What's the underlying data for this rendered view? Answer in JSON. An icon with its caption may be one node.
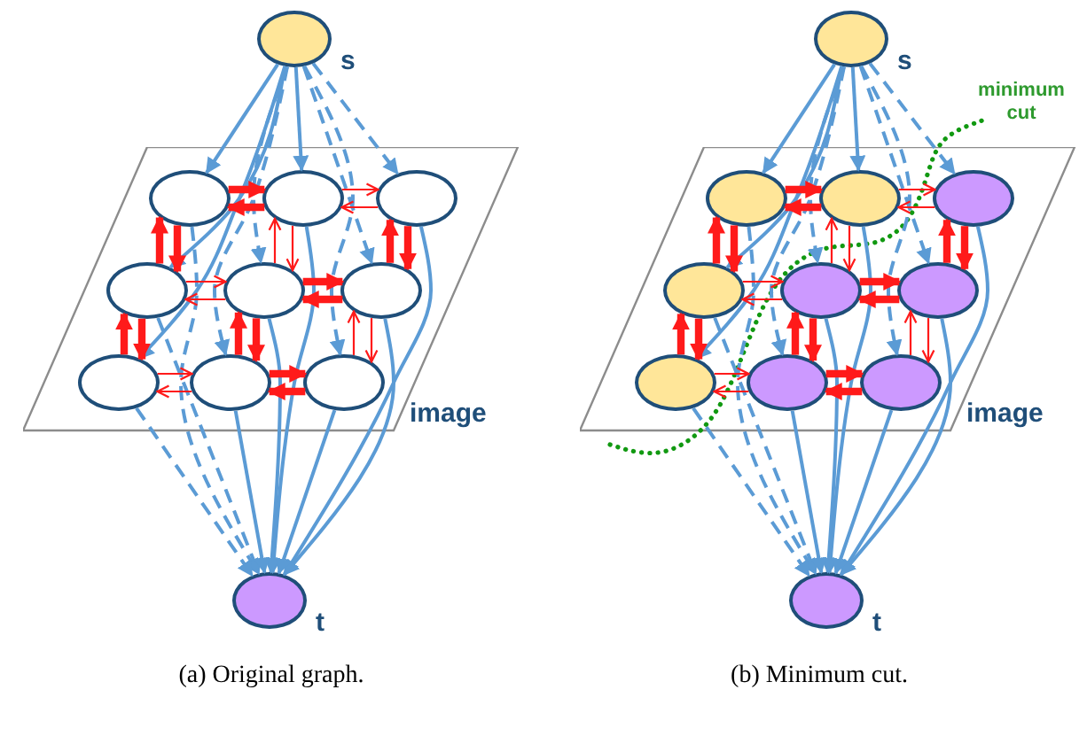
{
  "diagram": {
    "nodes": [
      {
        "text": [
          "s"
        ]
      },
      {
        "text": [
          "image"
        ]
      },
      {
        "text": [],
        "shape": "circle",
        "in": 1
      },
      {
        "text": [],
        "shape": "circle",
        "in": 1
      },
      {
        "text": [],
        "shape": "circle",
        "in": 1
      },
      {
        "text": [],
        "shape": "circle",
        "in": 1
      },
      {
        "text": [],
        "shape": "circle",
        "in": 1
      },
      {
        "text": [],
        "shape": "circle",
        "in": 1
      },
      {
        "text": [],
        "shape": "circle",
        "in": 1
      },
      {
        "text": [],
        "shape": "circle",
        "in": 1
      },
      {
        "text": [],
        "shape": "circle",
        "in": 1
      },
      {
        "text": [
          "t"
        ]
      },
      {
        "text": [
          "s"
        ]
      },
      {
        "text": [
          "image"
        ]
      },
      {
        "text": [],
        "shape": "circle",
        "in": 13
      },
      {
        "text": [],
        "shape": "circle",
        "in": 13
      },
      {
        "text": [],
        "shape": "circle",
        "in": 13
      },
      {
        "text": [],
        "shape": "circle",
        "in": 13
      },
      {
        "text": [],
        "shape": "circle",
        "in": 13
      },
      {
        "text": [],
        "shape": "circle",
        "in": 13
      },
      {
        "text": [],
        "shape": "circle",
        "in": 13
      },
      {
        "text": [],
        "shape": "circle",
        "in": 13
      },
      {
        "text": [],
        "shape": "circle",
        "in": 13
      },
      {
        "text": [
          "t"
        ]
      }
    ],
    "edges": [
      {
        "from": 0,
        "to": 2,
        "arrow": "to",
        "color": "#5b9bd5"
      },
      {
        "from": 0,
        "to": 3,
        "arrow": "to",
        "color": "#5b9bd5"
      },
      {
        "from": 0,
        "to": 5,
        "arrow": "to",
        "color": "#5b9bd5"
      },
      {
        "from": 0,
        "to": 8,
        "arrow": "to",
        "color": "#5b9bd5"
      },
      {
        "from": 0,
        "to": 4,
        "arrow": "to",
        "style": "dashed",
        "color": "#5b9bd5"
      },
      {
        "from": 0,
        "to": 6,
        "arrow": "to",
        "style": "dashed",
        "color": "#5b9bd5"
      },
      {
        "from": 0,
        "to": 7,
        "arrow": "to",
        "style": "dashed",
        "color": "#5b9bd5"
      },
      {
        "from": 0,
        "to": 9,
        "arrow": "to",
        "style": "dashed",
        "color": "#5b9bd5"
      },
      {
        "from": 0,
        "to": 10,
        "arrow": "to",
        "style": "dashed",
        "color": "#5b9bd5"
      },
      {
        "from": 2,
        "to": 11,
        "arrow": "to",
        "style": "dashed",
        "color": "#5b9bd5"
      },
      {
        "from": 5,
        "to": 11,
        "arrow": "to",
        "style": "dashed",
        "color": "#5b9bd5"
      },
      {
        "from": 8,
        "to": 11,
        "arrow": "to",
        "style": "dashed",
        "color": "#5b9bd5"
      },
      {
        "from": 3,
        "to": 11,
        "arrow": "to",
        "color": "#5b9bd5"
      },
      {
        "from": 6,
        "to": 11,
        "arrow": "to",
        "color": "#5b9bd5"
      },
      {
        "from": 9,
        "to": 11,
        "arrow": "to",
        "color": "#5b9bd5"
      },
      {
        "from": 4,
        "to": 11,
        "arrow": "to",
        "color": "#5b9bd5"
      },
      {
        "from": 7,
        "to": 11,
        "arrow": "to",
        "color": "#5b9bd5"
      },
      {
        "from": 10,
        "to": 11,
        "arrow": "to",
        "color": "#5b9bd5"
      },
      {
        "from": 2,
        "to": 3,
        "arrow": "to",
        "style": "thick"
      },
      {
        "from": 3,
        "to": 2,
        "arrow": "to",
        "style": "thick"
      },
      {
        "from": 3,
        "to": 4,
        "arrow": "to"
      },
      {
        "from": 4,
        "to": 3,
        "arrow": "to"
      },
      {
        "from": 5,
        "to": 6,
        "arrow": "to"
      },
      {
        "from": 6,
        "to": 5,
        "arrow": "to"
      },
      {
        "from": 6,
        "to": 7,
        "arrow": "to",
        "style": "thick"
      },
      {
        "from": 7,
        "to": 6,
        "arrow": "to",
        "style": "thick"
      },
      {
        "from": 8,
        "to": 9,
        "arrow": "to"
      },
      {
        "from": 9,
        "to": 8,
        "arrow": "to"
      },
      {
        "from": 9,
        "to": 10,
        "arrow": "to",
        "style": "thick"
      },
      {
        "from": 10,
        "to": 9,
        "arrow": "to",
        "style": "thick"
      },
      {
        "from": 2,
        "to": 5,
        "arrow": "to",
        "style": "thick"
      },
      {
        "from": 5,
        "to": 2,
        "arrow": "to",
        "style": "thick"
      },
      {
        "from": 5,
        "to": 8,
        "arrow": "to",
        "style": "thick"
      },
      {
        "from": 8,
        "to": 5,
        "arrow": "to",
        "style": "thick"
      },
      {
        "from": 3,
        "to": 6,
        "arrow": "to"
      },
      {
        "from": 6,
        "to": 3,
        "arrow": "to"
      },
      {
        "from": 6,
        "to": 9,
        "arrow": "to",
        "style": "thick"
      },
      {
        "from": 9,
        "to": 6,
        "arrow": "to",
        "style": "thick"
      },
      {
        "from": 4,
        "to": 7,
        "arrow": "to",
        "style": "thick"
      },
      {
        "from": 7,
        "to": 4,
        "arrow": "to",
        "style": "thick"
      },
      {
        "from": 7,
        "to": 10,
        "arrow": "to"
      },
      {
        "from": 10,
        "to": 7,
        "arrow": "to"
      },
      {
        "from": 12,
        "to": 14,
        "arrow": "to",
        "color": "#5b9bd5"
      },
      {
        "from": 12,
        "to": 15,
        "arrow": "to",
        "color": "#5b9bd5"
      },
      {
        "from": 12,
        "to": 17,
        "arrow": "to",
        "color": "#5b9bd5"
      },
      {
        "from": 12,
        "to": 20,
        "arrow": "to",
        "color": "#5b9bd5"
      },
      {
        "from": 12,
        "to": 16,
        "arrow": "to",
        "style": "dashed",
        "color": "#5b9bd5"
      },
      {
        "from": 12,
        "to": 18,
        "arrow": "to",
        "style": "dashed",
        "color": "#5b9bd5"
      },
      {
        "from": 12,
        "to": 19,
        "arrow": "to",
        "style": "dashed",
        "color": "#5b9bd5"
      },
      {
        "from": 12,
        "to": 21,
        "arrow": "to",
        "style": "dashed",
        "color": "#5b9bd5"
      },
      {
        "from": 12,
        "to": 22,
        "arrow": "to",
        "style": "dashed",
        "color": "#5b9bd5"
      },
      {
        "from": 14,
        "to": 23,
        "arrow": "to",
        "style": "dashed",
        "color": "#5b9bd5"
      },
      {
        "from": 17,
        "to": 23,
        "arrow": "to",
        "style": "dashed",
        "color": "#5b9bd5"
      },
      {
        "from": 20,
        "to": 23,
        "arrow": "to",
        "style": "dashed",
        "color": "#5b9bd5"
      },
      {
        "from": 15,
        "to": 23,
        "arrow": "to",
        "color": "#5b9bd5"
      },
      {
        "from": 18,
        "to": 23,
        "arrow": "to",
        "color": "#5b9bd5"
      },
      {
        "from": 21,
        "to": 23,
        "arrow": "to",
        "color": "#5b9bd5"
      },
      {
        "from": 16,
        "to": 23,
        "arrow": "to",
        "color": "#5b9bd5"
      },
      {
        "from": 19,
        "to": 23,
        "arrow": "to",
        "color": "#5b9bd5"
      },
      {
        "from": 22,
        "to": 23,
        "arrow": "to",
        "color": "#5b9bd5"
      },
      {
        "from": 14,
        "to": 15,
        "arrow": "to",
        "style": "thick"
      },
      {
        "from": 15,
        "to": 14,
        "arrow": "to",
        "style": "thick"
      },
      {
        "from": 15,
        "to": 16,
        "arrow": "to"
      },
      {
        "from": 16,
        "to": 15,
        "arrow": "to"
      },
      {
        "from": 17,
        "to": 18,
        "arrow": "to"
      },
      {
        "from": 18,
        "to": 17,
        "arrow": "to"
      },
      {
        "from": 18,
        "to": 19,
        "arrow": "to",
        "style": "thick"
      },
      {
        "from": 19,
        "to": 18,
        "arrow": "to",
        "style": "thick"
      },
      {
        "from": 20,
        "to": 21,
        "arrow": "to"
      },
      {
        "from": 21,
        "to": 20,
        "arrow": "to"
      },
      {
        "from": 21,
        "to": 22,
        "arrow": "to",
        "style": "thick"
      },
      {
        "from": 22,
        "to": 21,
        "arrow": "to",
        "style": "thick"
      },
      {
        "from": 14,
        "to": 17,
        "arrow": "to",
        "style": "thick"
      },
      {
        "from": 17,
        "to": 14,
        "arrow": "to",
        "style": "thick"
      },
      {
        "from": 17,
        "to": 20,
        "arrow": "to",
        "style": "thick"
      },
      {
        "from": 20,
        "to": 17,
        "arrow": "to",
        "style": "thick"
      },
      {
        "from": 15,
        "to": 18,
        "arrow": "to"
      },
      {
        "from": 18,
        "to": 15,
        "arrow": "to"
      },
      {
        "from": 18,
        "to": 21,
        "arrow": "to",
        "style": "thick"
      },
      {
        "from": 21,
        "to": 18,
        "arrow": "to",
        "style": "thick"
      },
      {
        "from": 16,
        "to": 19,
        "arrow": "to",
        "style": "thick"
      },
      {
        "from": 19,
        "to": 16,
        "arrow": "to",
        "style": "thick"
      },
      {
        "from": 19,
        "to": 22,
        "arrow": "to"
      },
      {
        "from": 22,
        "to": 19,
        "arrow": "to"
      }
    ],
    "labels": [
      "minimum cut",
      "(a) Original graph.",
      "(b) Minimum cut."
    ]
  }
}
